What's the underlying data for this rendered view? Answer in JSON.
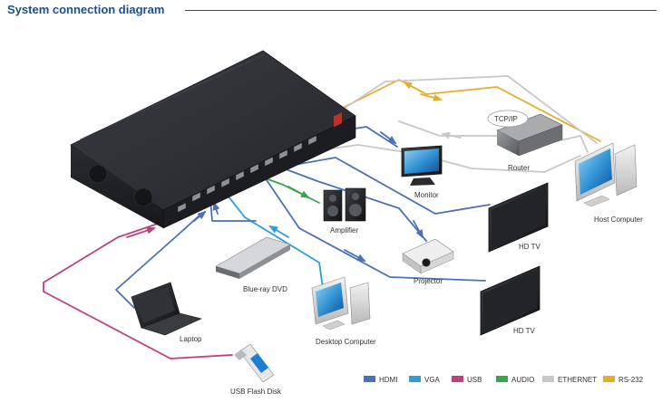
{
  "header": {
    "title": "System connection diagram"
  },
  "devices": {
    "laptop": "Laptop",
    "bluray": "Blue-ray DVD",
    "desktop": "Desktop Computer",
    "usb": "USB Flash Disk",
    "amplifier": "Amplifier",
    "monitor": "Monitor",
    "projector": "Projector",
    "hdtv1": "HD TV",
    "hdtv2": "HD TV",
    "router": "Router",
    "router_protocol": "TCP/IP",
    "host": "Host Computer"
  },
  "legend": [
    {
      "label": "HDMI",
      "color": "#4a72b8"
    },
    {
      "label": "VGA",
      "color": "#2e9fd6"
    },
    {
      "label": "USB",
      "color": "#c0417f"
    },
    {
      "label": "AUDIO",
      "color": "#3aa64a"
    },
    {
      "label": "ETHERNET",
      "color": "#c8c8c8"
    },
    {
      "label": "RS-232",
      "color": "#e5ad2a"
    }
  ]
}
